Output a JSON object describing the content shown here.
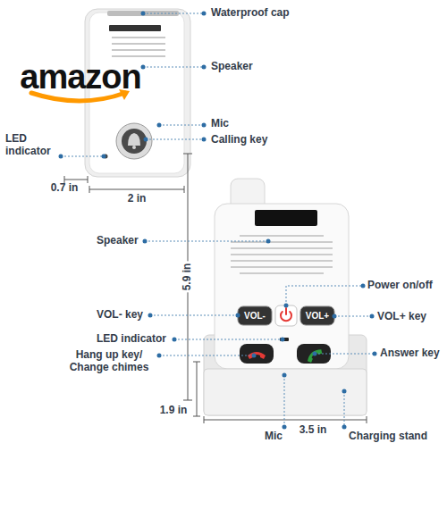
{
  "diagram": {
    "labels": [
      "Waterproof cap",
      "amazon",
      "Speaker",
      "Mic",
      "Calling key",
      "LED indicator",
      "0.7 in",
      "2 in",
      "Speaker",
      "5.9 in",
      "Power on/off",
      "VOL- key",
      "VOL-",
      "VOL+",
      "VOL+ key",
      "LED indicator",
      "Hang up key/ Change chimes",
      "Answer key",
      "1.9 in",
      "3.5 in",
      "Mic",
      "Charging stand"
    ]
  }
}
